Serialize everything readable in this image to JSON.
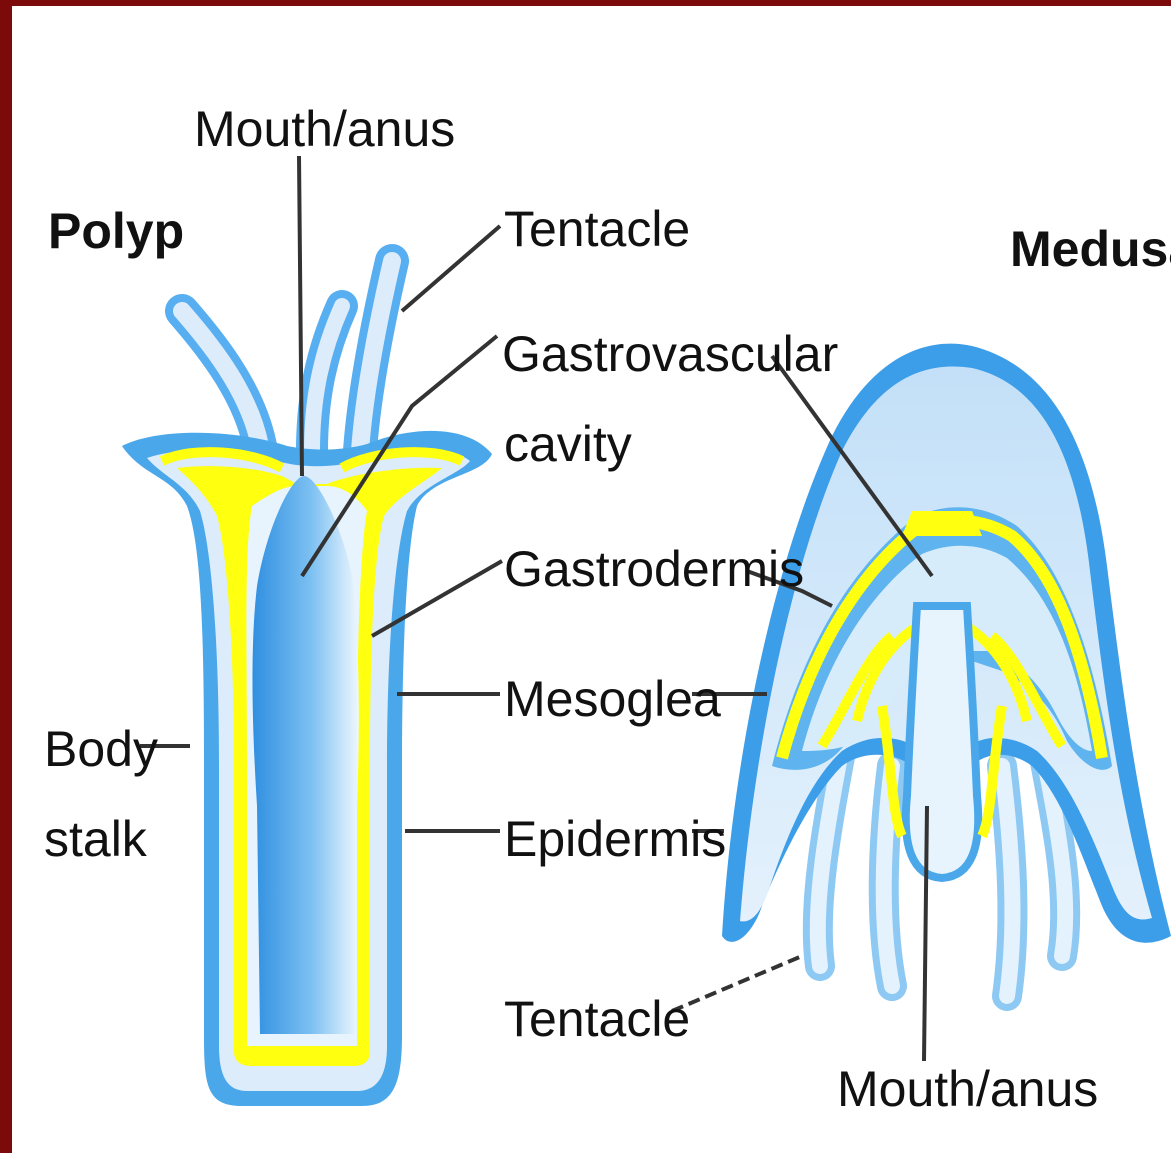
{
  "colors": {
    "epidermis": "#4aa8ea",
    "mesoglea": "#ffff00",
    "gastrodermis": "#cfe7fa",
    "cavity": "#2f8fe0",
    "frame": "#7d0a0a"
  },
  "labels": {
    "polyp": "Polyp",
    "medusa": "Medusa",
    "mouth_anus_top": "Mouth/anus",
    "tentacle_top": "Tentacle",
    "gastrovascular_1": "Gastrovascular",
    "gastrovascular_2": "cavity",
    "gastrodermis": "Gastrodermis",
    "mesoglea": "Mesoglea",
    "body_1": "Body",
    "body_2": "stalk",
    "epidermis": "Epidermis",
    "tentacle_bottom": "Tentacle",
    "mouth_anus_bottom": "Mouth/anus"
  }
}
